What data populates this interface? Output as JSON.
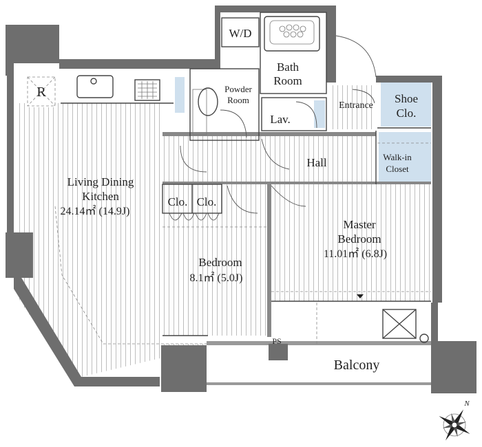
{
  "rooms": {
    "wd": "W/D",
    "bath_1": "Bath",
    "bath_2": "Room",
    "powder_1": "Powder",
    "powder_2": "Room",
    "lav": "Lav.",
    "entrance": "Entrance",
    "shoe_1": "Shoe",
    "shoe_2": "Clo.",
    "walkin_1": "Walk-in",
    "walkin_2": "Closet",
    "hall": "Hall",
    "fridge": "R",
    "ldk_1": "Living Dining",
    "ldk_2": "Kitchen",
    "ldk_3": "24.14㎡ (14.9J)",
    "clo_a": "Clo.",
    "clo_b": "Clo.",
    "bedroom_1": "Bedroom",
    "bedroom_2": "8.1㎡ (5.0J)",
    "master_1": "Master",
    "master_2": "Bedroom",
    "master_3": "11.01㎡ (6.8J)",
    "ps": "PS",
    "balcony": "Balcony"
  },
  "compass": {
    "north": "N"
  },
  "colors": {
    "wall": "#6e6e6e",
    "wet_area": "#cfe0ee",
    "floor_stripe": "#bdbdbd"
  }
}
